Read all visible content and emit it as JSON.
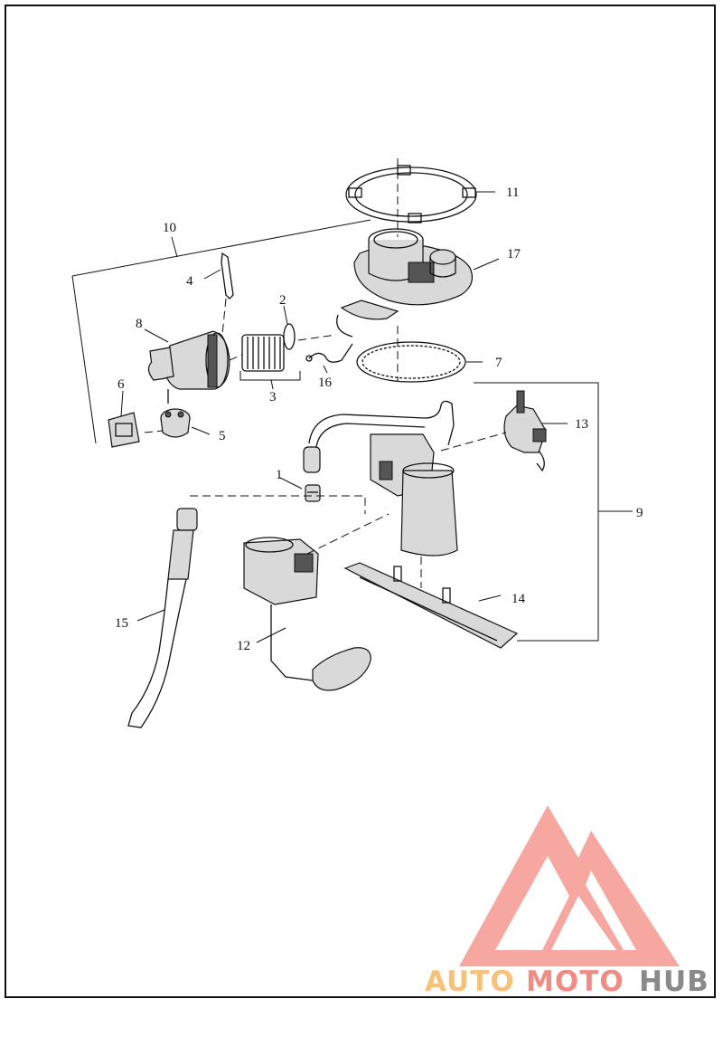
{
  "diagram": {
    "callouts": [
      {
        "id": "c1",
        "text": "1"
      },
      {
        "id": "c2",
        "text": "2"
      },
      {
        "id": "c3",
        "text": "3"
      },
      {
        "id": "c4",
        "text": "4"
      },
      {
        "id": "c5",
        "text": "5"
      },
      {
        "id": "c6",
        "text": "6"
      },
      {
        "id": "c7",
        "text": "7"
      },
      {
        "id": "c8",
        "text": "8"
      },
      {
        "id": "c9",
        "text": "9"
      },
      {
        "id": "c10",
        "text": "10"
      },
      {
        "id": "c11",
        "text": "11"
      },
      {
        "id": "c12",
        "text": "12"
      },
      {
        "id": "c13",
        "text": "13"
      },
      {
        "id": "c14",
        "text": "14"
      },
      {
        "id": "c15",
        "text": "15"
      },
      {
        "id": "c16",
        "text": "16"
      },
      {
        "id": "c17",
        "text": "17"
      }
    ]
  },
  "watermark": {
    "part1": "AUTO",
    "part2": "MOTO",
    "part3": "HUB",
    "colors": {
      "auto": "#f6c27a",
      "moto": "#f08c84",
      "hub": "#8a8a8a",
      "logo": "#f4a29b"
    }
  }
}
